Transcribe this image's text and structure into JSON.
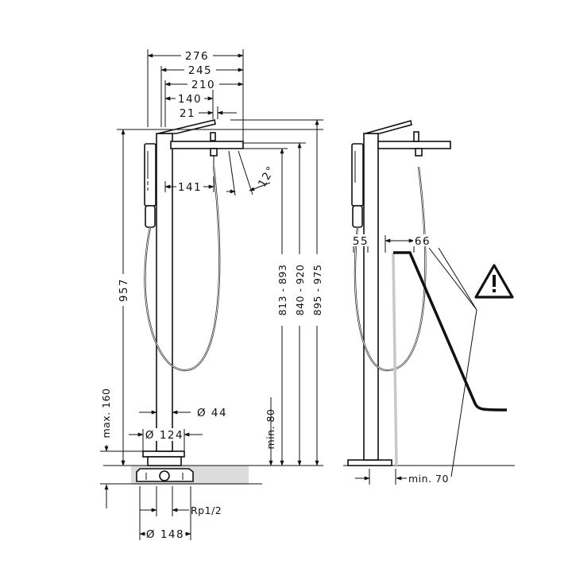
{
  "front_view": {
    "widths": {
      "w276": "276",
      "w245": "245",
      "w210": "210",
      "w140": "140",
      "w21": "21"
    },
    "spout_projection": "141",
    "spout_angle": "12°",
    "overall_height": "957",
    "heights": {
      "h1": "813 - 893",
      "h2": "840 - 920",
      "h3": "895 - 975"
    },
    "pipe_diameter": "Ø 44",
    "base_diameter": "Ø 124",
    "max_adjust": "max. 160",
    "min_depth": "min. 80",
    "thread": "Rp1/2",
    "flange_diameter": "Ø 148"
  },
  "side_view": {
    "dim_a": "55",
    "dim_b": "66",
    "min_clearance": "min. 70",
    "warning_symbol": "warning-triangle-icon"
  },
  "colors": {
    "line": "#111111",
    "floor": "#dcdcdc",
    "tub_edge": "#c8c8c8"
  }
}
